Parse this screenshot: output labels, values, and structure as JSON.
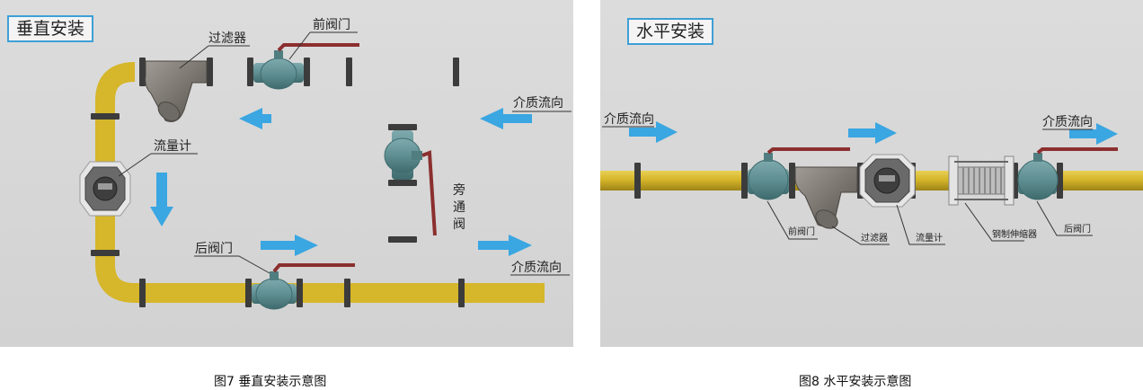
{
  "figure_left": {
    "title": "垂直安装",
    "caption": "图7  垂直安装示意图",
    "labels": {
      "filter": "过滤器",
      "front_valve": "前阀门",
      "flowmeter": "流量计",
      "back_valve": "后阀门",
      "bypass_valve": "旁通阀",
      "flow_in": "介质流向",
      "flow_out": "介质流向"
    }
  },
  "figure_right": {
    "title": "水平安装",
    "caption": "图8  水平安装示意图",
    "labels": {
      "flow_in": "介质流向",
      "flow_out": "介质流向",
      "front_valve": "前阀门",
      "filter": "过滤器",
      "flowmeter": "流量计",
      "expansion_joint": "钢制伸缩器",
      "back_valve": "后阀门"
    }
  },
  "colors": {
    "pipe": "#d6b62a",
    "arrow": "#3aa6e2",
    "valve_body": "#5f8f92",
    "handle": "#8b2f2f",
    "title_border": "#3e9fd6"
  }
}
